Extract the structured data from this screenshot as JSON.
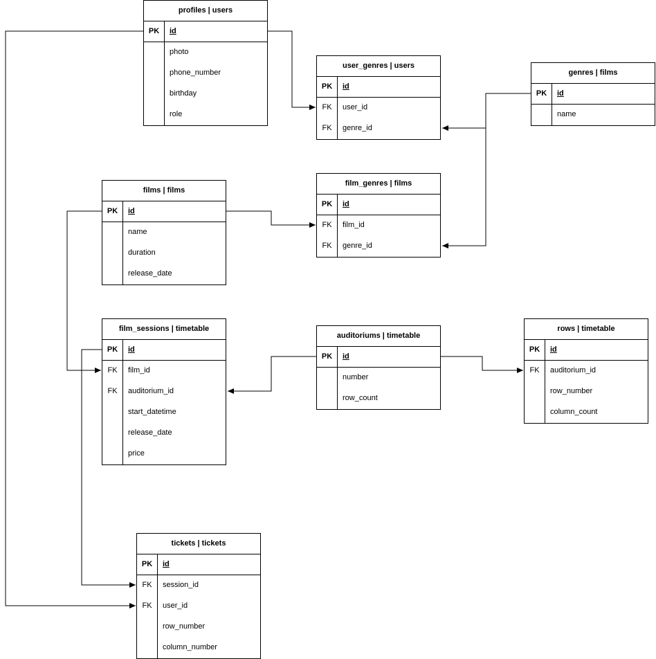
{
  "tables": {
    "profiles": {
      "title": "profiles | users",
      "pk": {
        "key": "PK",
        "name": "id"
      },
      "fields": [
        {
          "key": "",
          "name": "photo"
        },
        {
          "key": "",
          "name": "phone_number"
        },
        {
          "key": "",
          "name": "birthday"
        },
        {
          "key": "",
          "name": "role"
        }
      ]
    },
    "user_genres": {
      "title": "user_genres | users",
      "pk": {
        "key": "PK",
        "name": "id"
      },
      "fields": [
        {
          "key": "FK",
          "name": "user_id"
        },
        {
          "key": "FK",
          "name": "genre_id"
        }
      ]
    },
    "genres": {
      "title": "genres | films",
      "pk": {
        "key": "PK",
        "name": "id"
      },
      "fields": [
        {
          "key": "",
          "name": "name"
        }
      ]
    },
    "films": {
      "title": "films | films",
      "pk": {
        "key": "PK",
        "name": "id"
      },
      "fields": [
        {
          "key": "",
          "name": "name"
        },
        {
          "key": "",
          "name": "duration"
        },
        {
          "key": "",
          "name": "release_date"
        }
      ]
    },
    "film_genres": {
      "title": "film_genres | films",
      "pk": {
        "key": "PK",
        "name": "id"
      },
      "fields": [
        {
          "key": "FK",
          "name": "film_id"
        },
        {
          "key": "FK",
          "name": "genre_id"
        }
      ]
    },
    "film_sessions": {
      "title": "film_sessions | timetable",
      "pk": {
        "key": "PK",
        "name": "id"
      },
      "fields": [
        {
          "key": "FK",
          "name": "film_id"
        },
        {
          "key": "FK",
          "name": "auditorium_id"
        },
        {
          "key": "",
          "name": "start_datetime"
        },
        {
          "key": "",
          "name": "release_date"
        },
        {
          "key": "",
          "name": "price"
        }
      ]
    },
    "auditoriums": {
      "title": "auditoriums | timetable",
      "pk": {
        "key": "PK",
        "name": "id"
      },
      "fields": [
        {
          "key": "",
          "name": "number"
        },
        {
          "key": "",
          "name": "row_count"
        }
      ]
    },
    "rows": {
      "title": "rows | timetable",
      "pk": {
        "key": "PK",
        "name": "id"
      },
      "fields": [
        {
          "key": "FK",
          "name": "auditorium_id"
        },
        {
          "key": "",
          "name": "row_number"
        },
        {
          "key": "",
          "name": "column_count"
        }
      ]
    },
    "tickets": {
      "title": "tickets | tickets",
      "pk": {
        "key": "PK",
        "name": "id"
      },
      "fields": [
        {
          "key": "FK",
          "name": "session_id"
        },
        {
          "key": "FK",
          "name": "user_id"
        },
        {
          "key": "",
          "name": "row_number"
        },
        {
          "key": "",
          "name": "column_number"
        }
      ]
    }
  },
  "relations": [
    {
      "from": "profiles.id",
      "to": "user_genres.user_id"
    },
    {
      "from": "genres.id",
      "to": "user_genres.genre_id"
    },
    {
      "from": "genres.id",
      "to": "film_genres.genre_id"
    },
    {
      "from": "films.id",
      "to": "film_genres.film_id"
    },
    {
      "from": "films.id",
      "to": "film_sessions.film_id"
    },
    {
      "from": "auditoriums.id",
      "to": "film_sessions.auditorium_id"
    },
    {
      "from": "auditoriums.id",
      "to": "rows.auditorium_id"
    },
    {
      "from": "film_sessions.id",
      "to": "tickets.session_id"
    },
    {
      "from": "profiles.id",
      "to": "tickets.user_id"
    }
  ]
}
